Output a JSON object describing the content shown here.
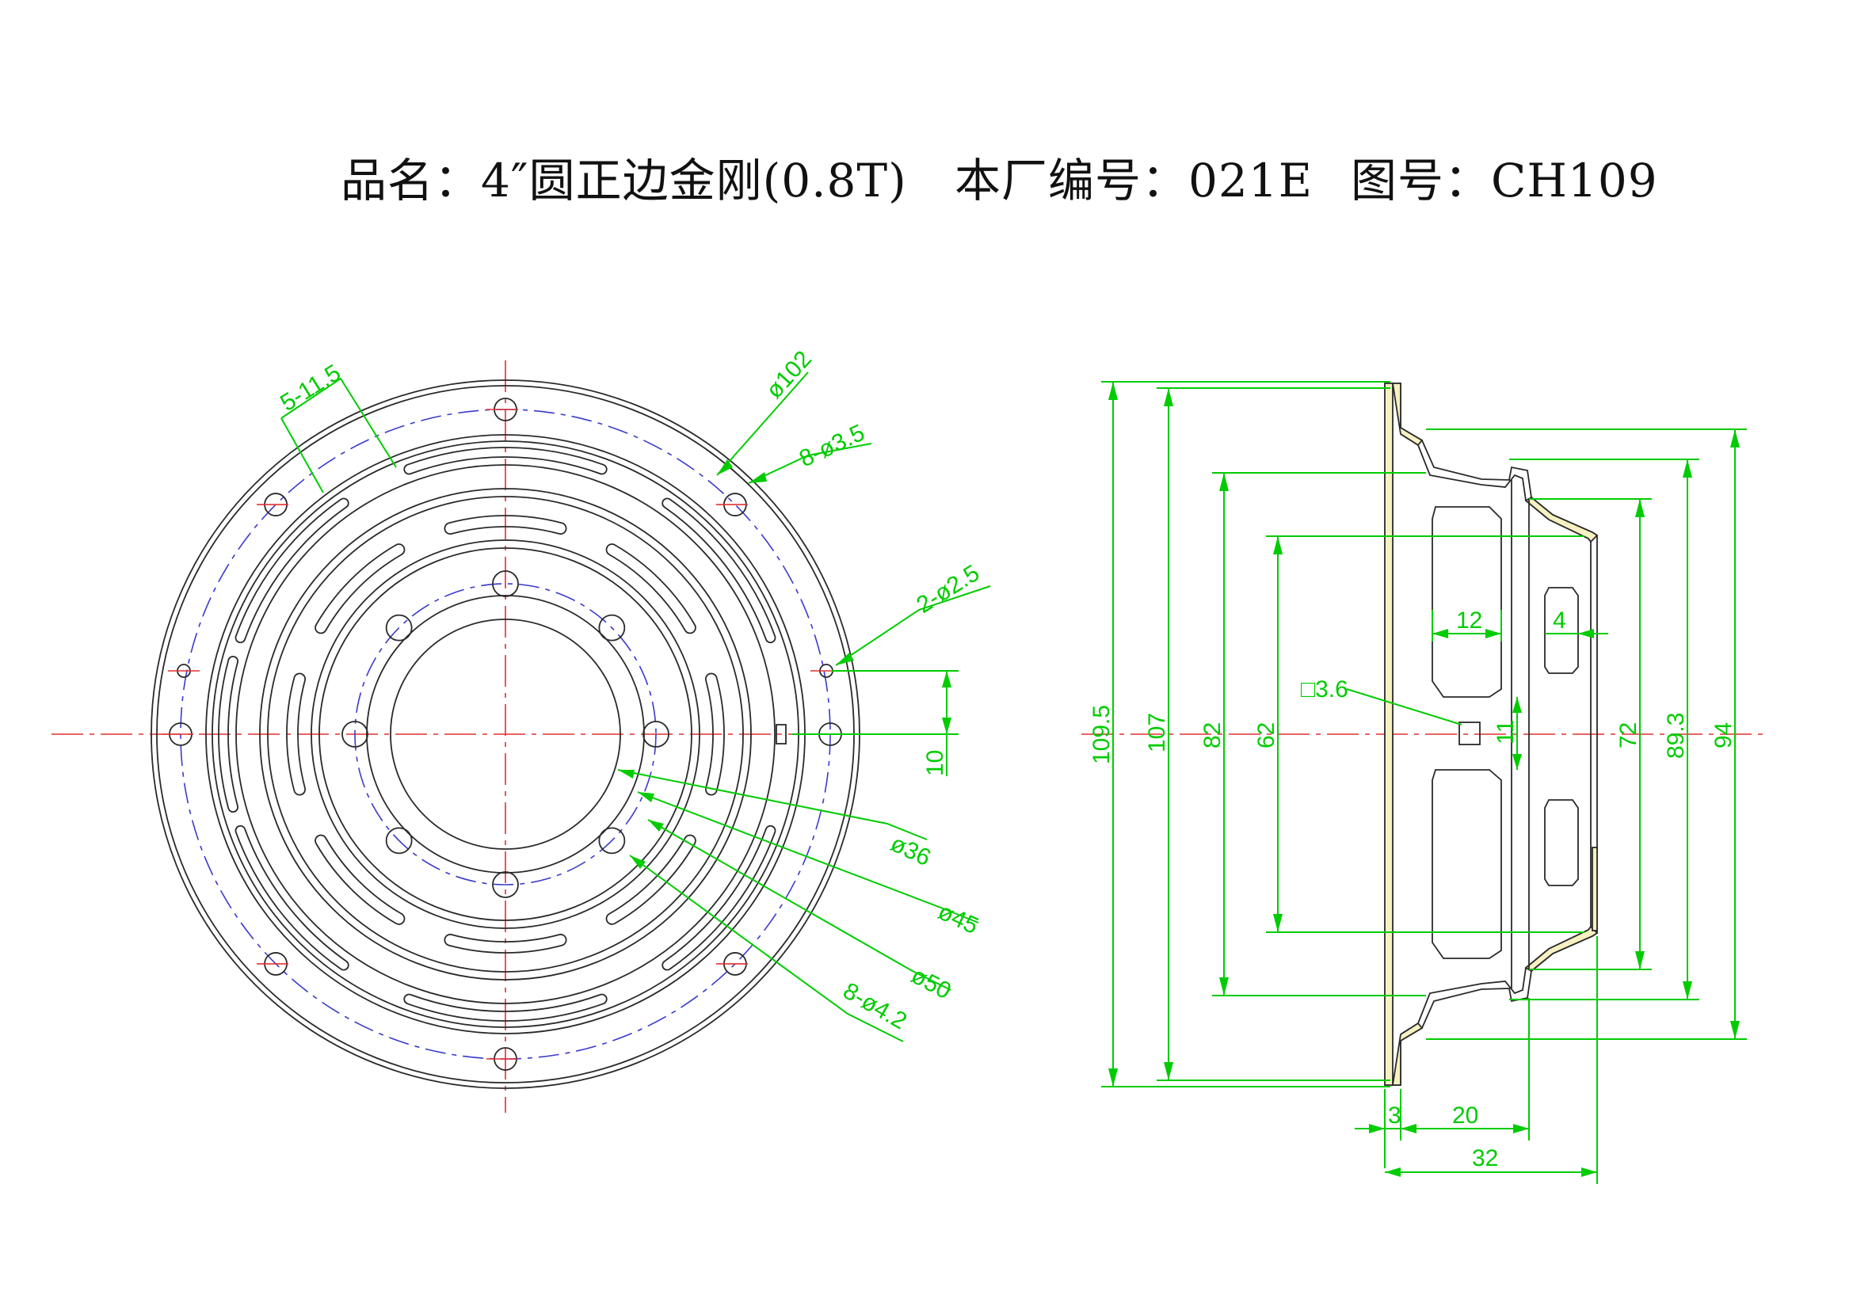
{
  "title": {
    "product_name": "品名：4″圆正边金刚(0.8T)",
    "factory_code": "本厂编号：021E",
    "drawing_no": "图号：CH109"
  },
  "front_view": {
    "callouts": {
      "slot": "5-11.5",
      "outer_dia": "ø102",
      "mount_holes": "8-ø3.5",
      "small_holes": "2-ø2.5",
      "offset": "10",
      "d36": "ø36",
      "d45": "ø45",
      "d50": "ø50",
      "inner_holes": "8-ø4.2"
    }
  },
  "side_view": {
    "dimensions": {
      "h109_5": "109.5",
      "h107": "107",
      "h82": "82",
      "h62": "62",
      "h72": "72",
      "h89_3": "89.3",
      "h94": "94",
      "w12": "12",
      "w4": "4",
      "h11": "11",
      "sq3_6": "□3.6",
      "d3": "3",
      "d20": "20",
      "d32": "32"
    }
  },
  "colors": {
    "dimension": "#00cc00",
    "centerline": "#e03030",
    "pitch_circle": "#3a3acc",
    "outline": "#2a2a2a",
    "flange_fill": "#f7f1c2"
  }
}
